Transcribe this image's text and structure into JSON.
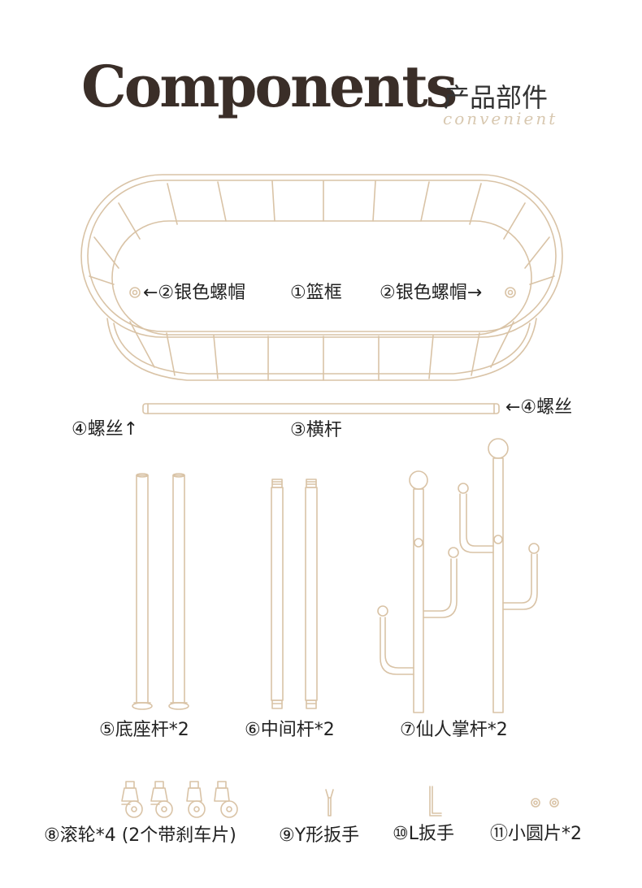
{
  "header": {
    "title": "Components",
    "title_cn": "产品部件",
    "subtitle_script": "convenient"
  },
  "labels": {
    "nut_left": "←②银色螺帽",
    "basket": "①篮框",
    "nut_right": "②银色螺帽→",
    "screw_right": "←④螺丝",
    "screw_left": "④螺丝↑",
    "crossbar": "③横杆",
    "base_pole": "⑤底座杆*2",
    "middle_pole": "⑥中间杆*2",
    "cactus_pole": "⑦仙人掌杆*2",
    "casters": "⑧滚轮*4 (2个带刹车片)",
    "y_wrench": "⑨Y形扳手",
    "l_wrench": "⑩L扳手",
    "washers": "⑪小圆片*2"
  },
  "colors": {
    "line": "#d9c3a6",
    "title": "#3a2e28",
    "script": "#d8c8b0"
  }
}
